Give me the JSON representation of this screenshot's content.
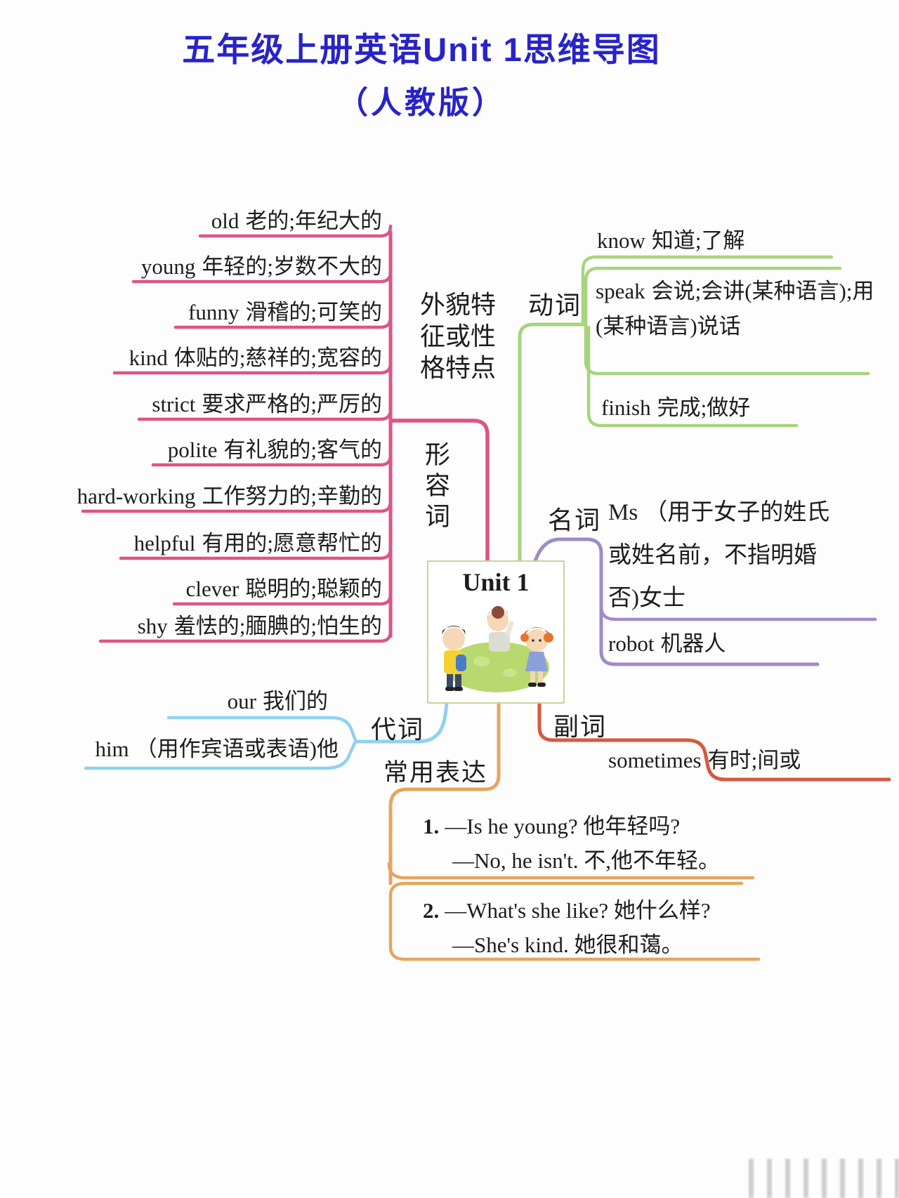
{
  "title": {
    "line1": "五年级上册英语Unit 1思维导图",
    "line2": "（人教版）"
  },
  "center": {
    "label": "Unit 1"
  },
  "branches": {
    "adjectives": {
      "category_label": "形容词",
      "note": "外貌特征或性格特点",
      "items": [
        {
          "en": "old",
          "zh": "老的;年纪大的"
        },
        {
          "en": "young",
          "zh": "年轻的;岁数不大的"
        },
        {
          "en": "funny",
          "zh": "滑稽的;可笑的"
        },
        {
          "en": "kind",
          "zh": "体贴的;慈祥的;宽容的"
        },
        {
          "en": "strict",
          "zh": "要求严格的;严厉的"
        },
        {
          "en": "polite",
          "zh": "有礼貌的;客气的"
        },
        {
          "en": "hard-working",
          "zh": "工作努力的;辛勤的"
        },
        {
          "en": "helpful",
          "zh": "有用的;愿意帮忙的"
        },
        {
          "en": "clever",
          "zh": "聪明的;聪颖的"
        },
        {
          "en": "shy",
          "zh": "羞怯的;腼腆的;怕生的"
        }
      ]
    },
    "verbs": {
      "category_label": "动词",
      "items": [
        {
          "en": "know",
          "zh": "知道;了解"
        },
        {
          "en": "speak",
          "zh": "会说;会讲(某种语言);用(某种语言)说话"
        },
        {
          "en": "finish",
          "zh": "完成;做好"
        }
      ]
    },
    "nouns": {
      "category_label": "名词",
      "items": [
        {
          "en": "Ms",
          "zh": "（用于女子的姓氏或姓名前，不指明婚否)女士"
        },
        {
          "en": "robot",
          "zh": "机器人"
        }
      ]
    },
    "pronouns": {
      "category_label": "代词",
      "items": [
        {
          "en": "our",
          "zh": "我们的"
        },
        {
          "en": "him",
          "zh": "（用作宾语或表语)他"
        }
      ]
    },
    "adverbs": {
      "category_label": "副词",
      "items": [
        {
          "en": "sometimes",
          "zh": "有时;间或"
        }
      ]
    },
    "expressions": {
      "category_label": "常用表达",
      "items": [
        {
          "num": "1.",
          "q": "—Is he young?  他年轻吗?",
          "a": "—No, he isn't. 不,他不年轻。"
        },
        {
          "num": "2.",
          "q": "—What's she like?  她什么样?",
          "a": "—She's kind. 她很和蔼。"
        }
      ]
    }
  },
  "colors": {
    "title_blue": "#2823c8",
    "adjectives_pink": "#dd5585",
    "verbs_green": "#a8d37c",
    "nouns_purple": "#9f8bc9",
    "pronouns_blue": "#8fd2ee",
    "adverbs_red": "#d65a40",
    "expressions_orange": "#e6a55e",
    "center_border": "#c9d49b"
  }
}
